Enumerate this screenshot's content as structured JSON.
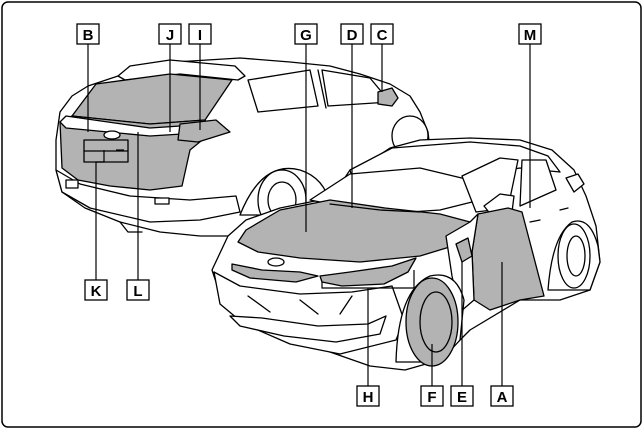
{
  "callouts": {
    "B": "B",
    "J": "J",
    "I": "I",
    "G": "G",
    "D": "D",
    "C": "C",
    "M": "M",
    "K": "K",
    "L": "L",
    "H": "H",
    "F": "F",
    "E": "E",
    "A": "A"
  },
  "colors": {
    "outline": "#000000",
    "highlight": "#b3b3b3",
    "body": "#ffffff",
    "label_fill": "#ffffff"
  }
}
